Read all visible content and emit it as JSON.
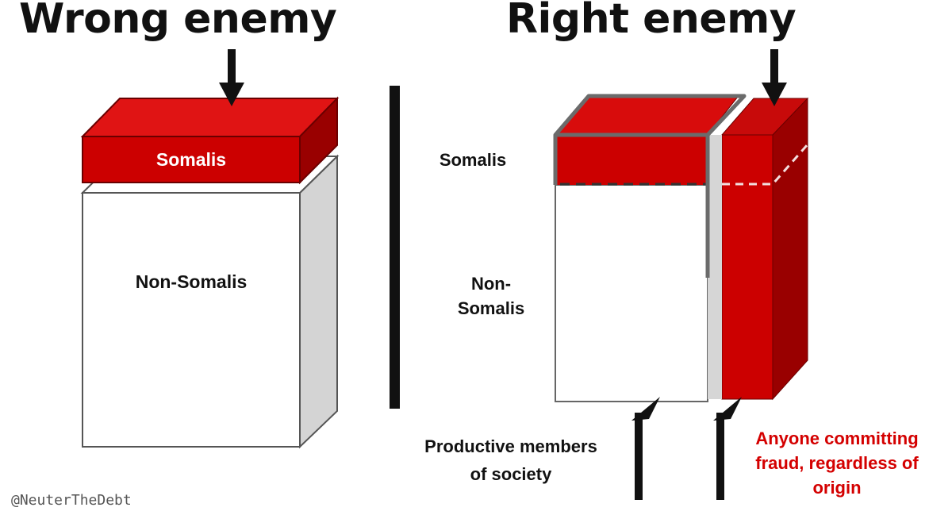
{
  "panels": {
    "left": {
      "title": "Wrong enemy",
      "top_block_label": "Somalis",
      "bottom_block_label": "Non-Somalis"
    },
    "right": {
      "title": "Right enemy",
      "top_block_label": "Somalis",
      "bottom_block_label_line1": "Non-",
      "bottom_block_label_line2": "Somalis",
      "productive_label_line1": "Productive members",
      "productive_label_line2": "of society",
      "fraud_label_line1": "Anyone committing",
      "fraud_label_line2": "fraud, regardless of",
      "fraud_label_line3": "origin"
    }
  },
  "watermark": "@NeuterTheDebt",
  "colors": {
    "red_front": "#cc0000",
    "red_top": "#e01414",
    "red_side": "#990000",
    "grey_side": "#d4d4d4",
    "divider": "#111111",
    "fraud_text": "#d40000"
  }
}
